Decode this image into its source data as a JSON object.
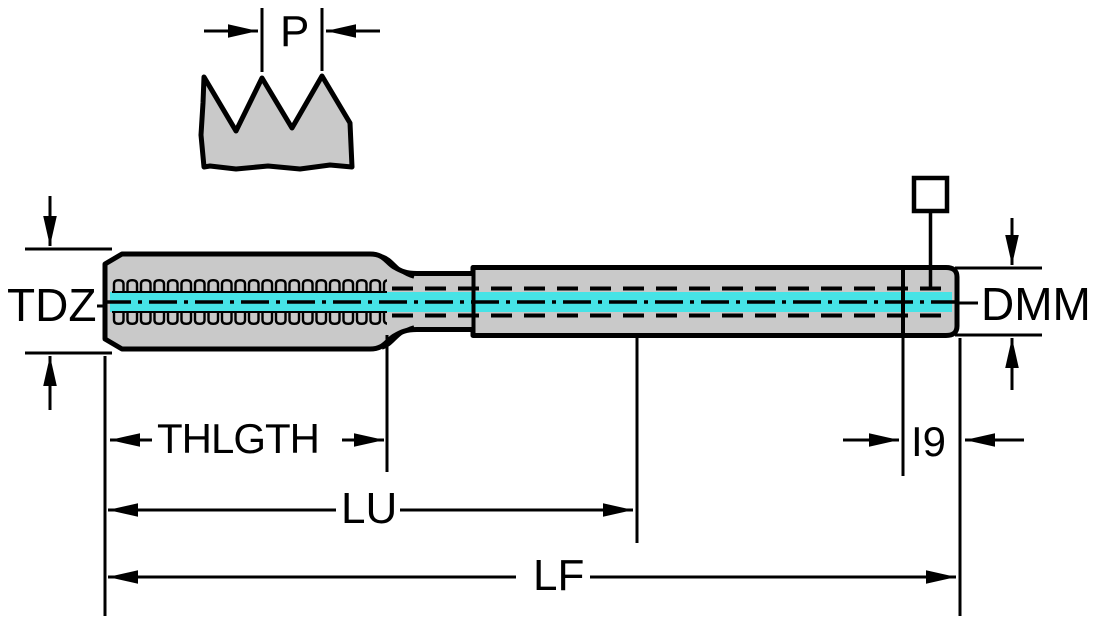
{
  "diagram": {
    "kind": "tap-tool-dimension-drawing",
    "labels": {
      "pitch": "P",
      "thread_diameter": "TDZ",
      "shank_diameter": "DMM",
      "thread_length": "THLGTH",
      "usable_length": "LU",
      "overall_length": "LF",
      "square_length": "I9"
    },
    "colors": {
      "body_fill": "#c9c9c9",
      "outline": "#000000",
      "coolant_highlight": "#46e3e6",
      "background": "#ffffff"
    }
  }
}
